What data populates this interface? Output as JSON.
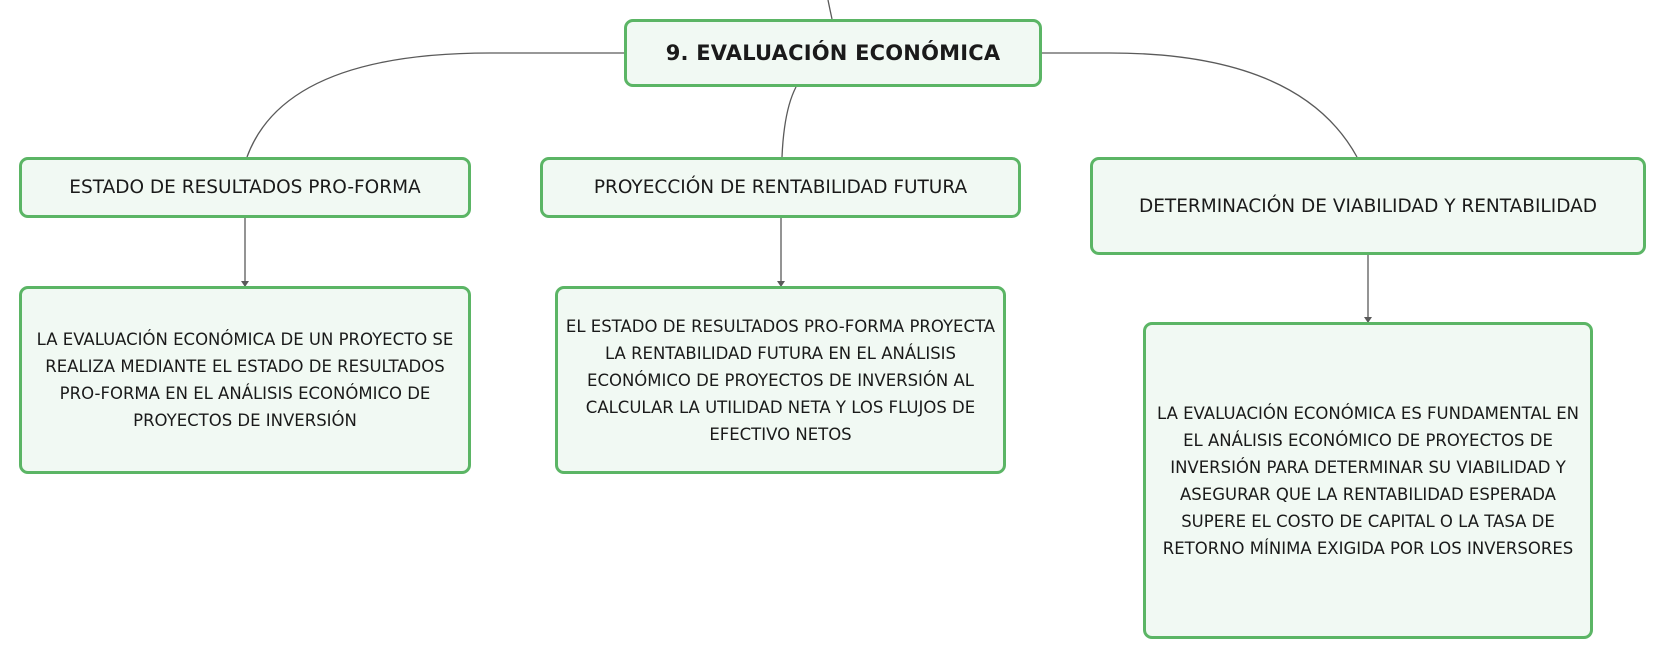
{
  "mindmap": {
    "root": {
      "label": "9. EVALUACIÓN ECONÓMICA"
    },
    "branches": [
      {
        "topic": "ESTADO DE RESULTADOS PRO-FORMA",
        "detail": "LA EVALUACIÓN ECONÓMICA DE UN PROYECTO SE REALIZA MEDIANTE EL ESTADO DE RESULTADOS PRO-FORMA EN EL ANÁLISIS ECONÓMICO DE PROYECTOS DE INVERSIÓN"
      },
      {
        "topic": "PROYECCIÓN DE RENTABILIDAD FUTURA",
        "detail": "EL ESTADO DE RESULTADOS PRO-FORMA PROYECTA LA RENTABILIDAD FUTURA EN EL ANÁLISIS ECONÓMICO DE PROYECTOS DE INVERSIÓN AL CALCULAR LA UTILIDAD NETA Y LOS FLUJOS DE EFECTIVO NETOS"
      },
      {
        "topic": "DETERMINACIÓN DE VIABILIDAD Y RENTABILIDAD",
        "detail": "LA EVALUACIÓN ECONÓMICA ES FUNDAMENTAL EN EL ANÁLISIS ECONÓMICO DE PROYECTOS DE INVERSIÓN PARA DETERMINAR SU VIABILIDAD Y ASEGURAR QUE LA RENTABILIDAD ESPERADA SUPERE EL COSTO DE CAPITAL O LA TASA DE RETORNO MÍNIMA EXIGIDA POR LOS INVERSORES"
      }
    ]
  },
  "colors": {
    "node_border": "#5bb565",
    "node_fill": "#f1f9f3",
    "connector": "#5a5a5a"
  }
}
